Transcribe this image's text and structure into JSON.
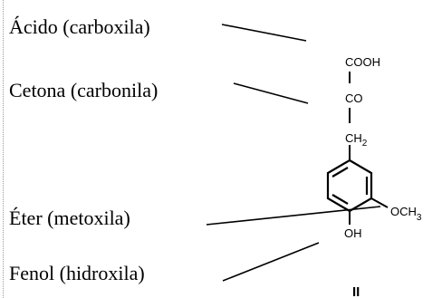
{
  "labels": {
    "acid": "Ácido (carboxila)",
    "ketone": "Cetona (carbonila)",
    "ether": "Éter (metoxila)",
    "phenol": "Fenol (hidroxila)"
  },
  "molecule": {
    "cooh": "COOH",
    "co": "CO",
    "ch": "CH",
    "ch_sub": "2",
    "och": "OCH",
    "och_sub": "3",
    "oh": "OH",
    "roman_numeral": "II"
  }
}
